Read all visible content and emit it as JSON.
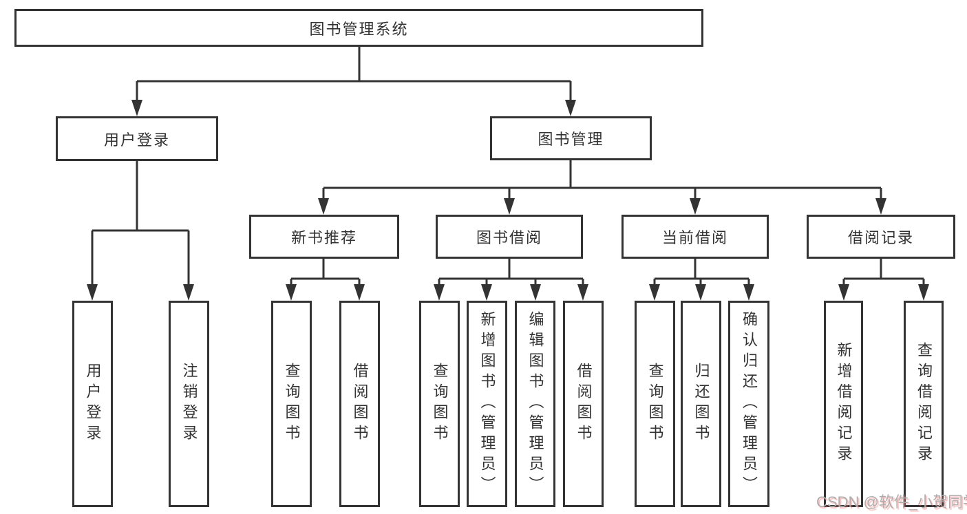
{
  "diagram": {
    "type": "hierarchy-tree",
    "tree": {
      "root": {
        "label": "图书管理系统",
        "children": [
          {
            "label": "用户登录",
            "children": [
              {
                "label": "用户登录"
              },
              {
                "label": "注销登录"
              }
            ]
          },
          {
            "label": "图书管理",
            "children": [
              {
                "label": "新书推荐",
                "children": [
                  {
                    "label": "查询图书"
                  },
                  {
                    "label": "借阅图书"
                  }
                ]
              },
              {
                "label": "图书借阅",
                "children": [
                  {
                    "label": "查询图书"
                  },
                  {
                    "label": "新增图书（管理员）"
                  },
                  {
                    "label": "编辑图书（管理员）"
                  },
                  {
                    "label": "借阅图书"
                  }
                ]
              },
              {
                "label": "当前借阅",
                "children": [
                  {
                    "label": "查询图书"
                  },
                  {
                    "label": "归还图书"
                  },
                  {
                    "label": "确认归还（管理员）"
                  }
                ]
              },
              {
                "label": "借阅记录",
                "children": [
                  {
                    "label": "新增借阅记录"
                  },
                  {
                    "label": "查询借阅记录"
                  }
                ]
              }
            ]
          }
        ]
      }
    },
    "colors": {
      "line": "#333333",
      "box_border": "#333333",
      "box_fill": "#ffffff",
      "text": "#333333",
      "background": "#ffffff",
      "watermark_text": "#aeaeae",
      "watermark_shadow": "#f86a6a"
    }
  },
  "watermark": {
    "text": "CSDN @软件_小贺同学"
  }
}
